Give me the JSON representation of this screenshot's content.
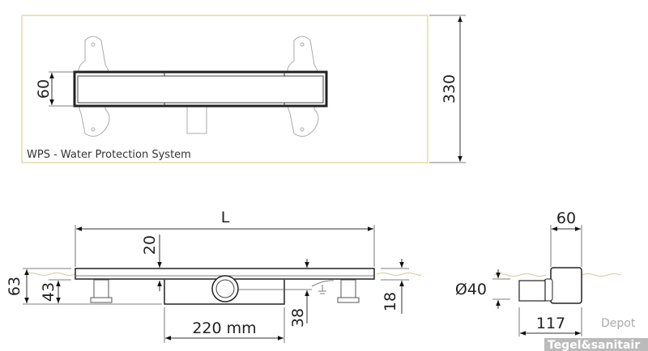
{
  "top_view": {
    "caption": "WPS - Water Protection System",
    "dim_height": "330",
    "dim_width": "60",
    "frame_color": "#e6d9a8"
  },
  "side_view": {
    "dim_length": "L",
    "dim_20": "20",
    "dim_63": "63",
    "dim_43": "43",
    "dim_38": "38",
    "dim_18": "18",
    "dim_outlet_spacing": "220 mm",
    "floor_color": "#d9c89a"
  },
  "end_view": {
    "dim_width": "60",
    "dim_diameter": "Ø40",
    "dim_depth": "117"
  },
  "watermark": {
    "line1": "Tegel&sanitair",
    "line2": "Depot"
  }
}
